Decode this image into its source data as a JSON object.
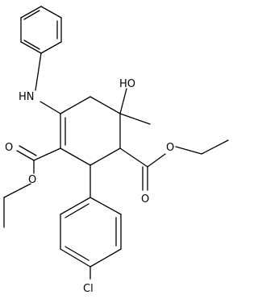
{
  "molecule": {
    "labels": {
      "nh": "HN",
      "oh": "HO",
      "o1": "O",
      "o2": "O",
      "o3": "O",
      "o4": "O",
      "cl": "Cl"
    }
  },
  "colors": {
    "bond": "#000000",
    "background": "#ffffff"
  }
}
